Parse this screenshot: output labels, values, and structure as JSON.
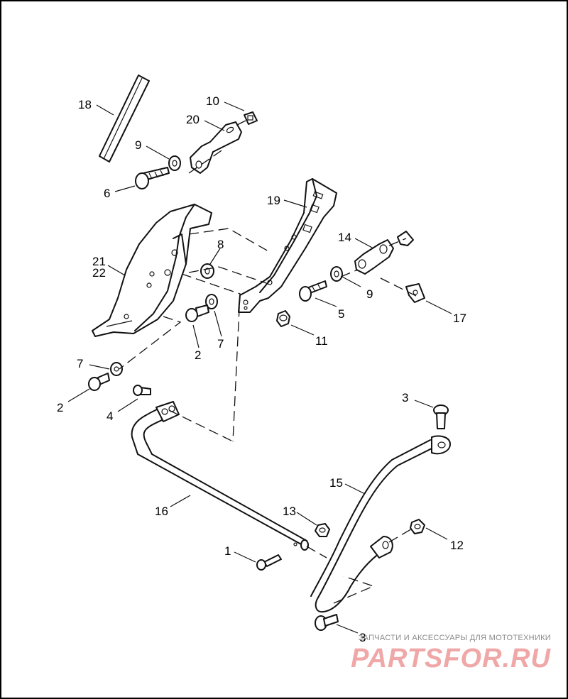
{
  "callouts": [
    {
      "id": "c18",
      "label": "18"
    },
    {
      "id": "c10",
      "label": "10"
    },
    {
      "id": "c20",
      "label": "20"
    },
    {
      "id": "c9a",
      "label": "9"
    },
    {
      "id": "c6",
      "label": "6"
    },
    {
      "id": "c19",
      "label": "19"
    },
    {
      "id": "c14",
      "label": "14"
    },
    {
      "id": "c8",
      "label": "8"
    },
    {
      "id": "c21",
      "label": "21"
    },
    {
      "id": "c22",
      "label": "22"
    },
    {
      "id": "c9b",
      "label": "9"
    },
    {
      "id": "c5",
      "label": "5"
    },
    {
      "id": "c17",
      "label": "17"
    },
    {
      "id": "c11",
      "label": "11"
    },
    {
      "id": "c2a",
      "label": "2"
    },
    {
      "id": "c7a",
      "label": "7"
    },
    {
      "id": "c7b",
      "label": "7"
    },
    {
      "id": "c2b",
      "label": "2"
    },
    {
      "id": "c4",
      "label": "4"
    },
    {
      "id": "c3a",
      "label": "3"
    },
    {
      "id": "c15",
      "label": "15"
    },
    {
      "id": "c16",
      "label": "16"
    },
    {
      "id": "c13",
      "label": "13"
    },
    {
      "id": "c12",
      "label": "12"
    },
    {
      "id": "c1",
      "label": "1"
    },
    {
      "id": "c3b",
      "label": "3"
    }
  ],
  "watermark": {
    "tagline": "ЗАПЧАСТИ И АКСЕССУАРЫ ДЛЯ МОТОТЕХНИКИ",
    "logo": "PARTSFOR.RU"
  },
  "colors": {
    "line": "#111111",
    "background": "#ffffff",
    "watermark_logo": "#f0a7a7",
    "watermark_text": "#8a8a8a"
  }
}
